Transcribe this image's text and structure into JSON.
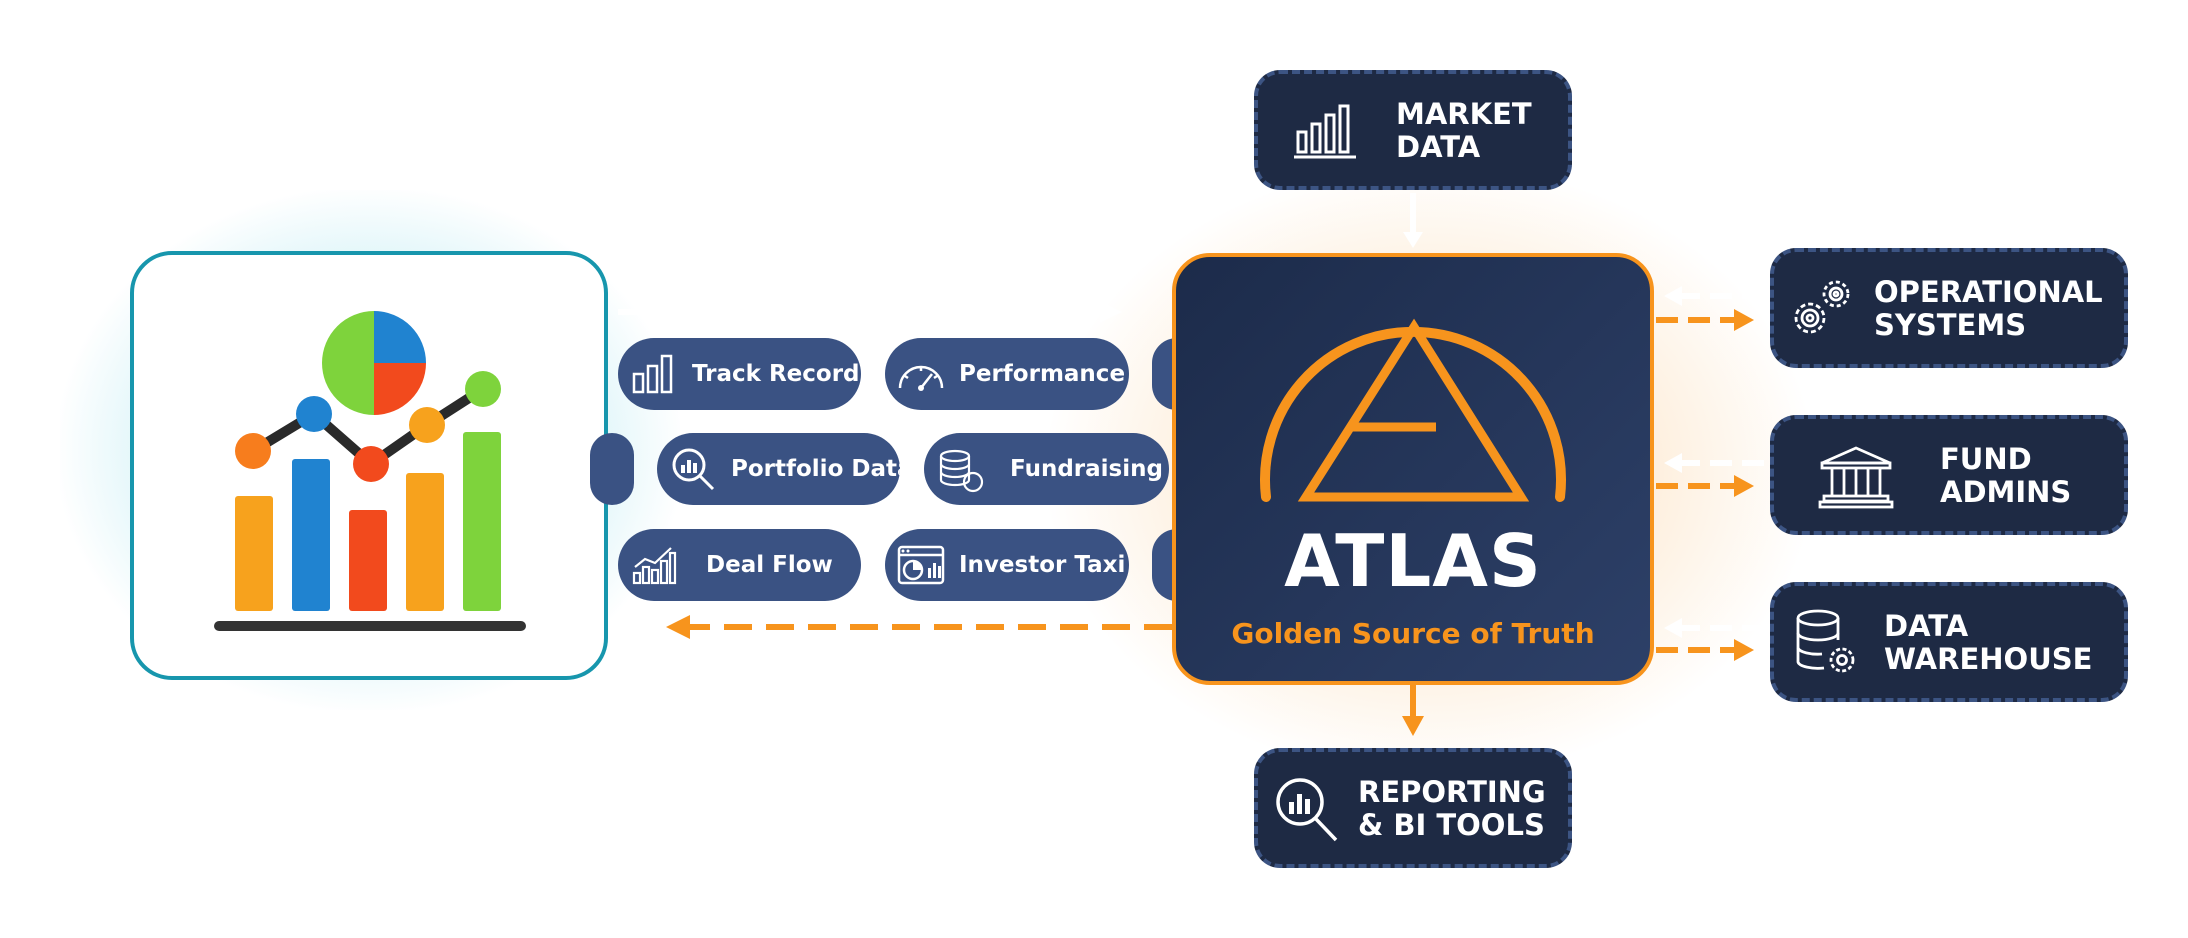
{
  "hub": {
    "title": "ATLAS",
    "subtitle": "Golden Source of Truth",
    "accent": "#f7941d",
    "fill": "#1e2a44"
  },
  "pill_color": "#3a5283",
  "pills": [
    {
      "label": "Track Record",
      "icon": "bar-chart-icon"
    },
    {
      "label": "Performance",
      "icon": "speedometer-icon"
    },
    {
      "label": "Portfolio Data",
      "icon": "magnifier-chart-icon"
    },
    {
      "label": "Fundraising",
      "icon": "coins-icon"
    },
    {
      "label": "Deal Flow",
      "icon": "growth-chart-icon"
    },
    {
      "label": "Investor Taxi",
      "icon": "dashboard-window-icon"
    }
  ],
  "systems": {
    "market_data": {
      "line1": "MARKET",
      "line2": "DATA",
      "icon": "signal-bars-icon"
    },
    "operational": {
      "line1": "OPERATIONAL",
      "line2": "SYSTEMS",
      "icon": "gears-icon"
    },
    "fund_admins": {
      "line1": "FUND",
      "line2": "ADMINS",
      "icon": "bank-icon"
    },
    "warehouse": {
      "line1": "DATA",
      "line2": "WAREHOUSE",
      "icon": "database-gear-icon"
    },
    "reporting": {
      "line1": "REPORTING",
      "line2": "& BI TOOLS",
      "icon": "search-chart-icon"
    }
  },
  "analytics_card": {
    "icon": "analytics-dashboard-icon",
    "colors": [
      "#f7a21d",
      "#2083d0",
      "#f24a1d",
      "#7ed33c"
    ]
  }
}
